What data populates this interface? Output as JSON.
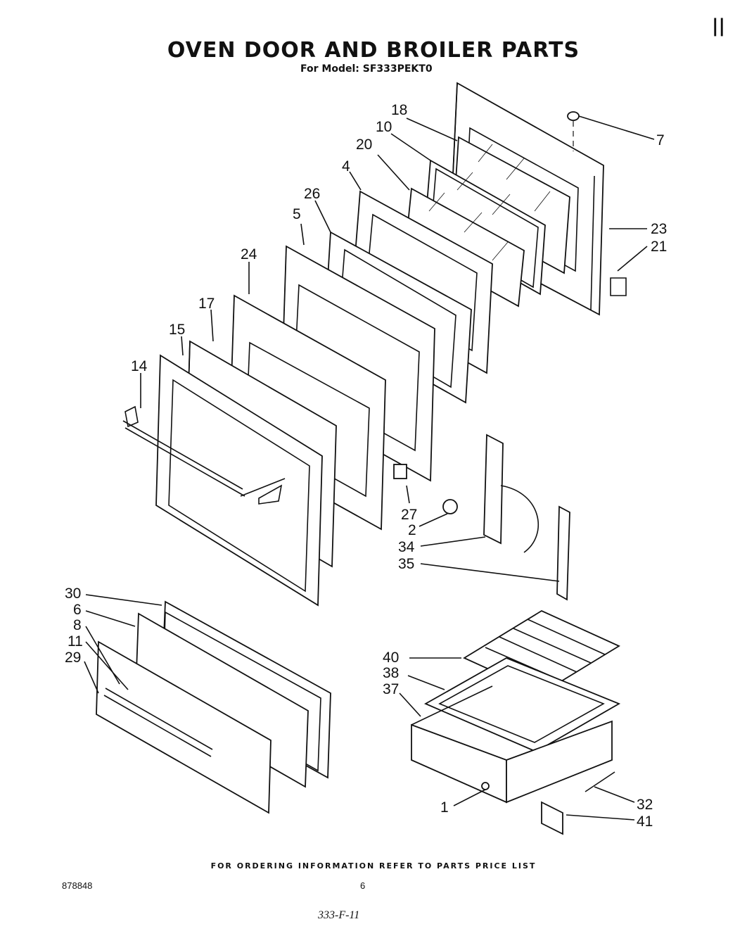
{
  "header": {
    "title": "OVEN DOOR AND BROILER PARTS",
    "model_line": "For Model: SF333PEKT0",
    "corner_mark": "||"
  },
  "callouts": [
    "18",
    "10",
    "20",
    "4",
    "26",
    "5",
    "24",
    "17",
    "15",
    "14",
    "7",
    "23",
    "21",
    "27",
    "2",
    "34",
    "35",
    "30",
    "6",
    "8",
    "11",
    "29",
    "40",
    "38",
    "37",
    "1",
    "32",
    "41"
  ],
  "footer": {
    "ordering_note": "FOR ORDERING INFORMATION REFER TO PARTS PRICE LIST",
    "doc_number": "878848",
    "page_number": "6",
    "handwritten_note": "333-F-11"
  }
}
